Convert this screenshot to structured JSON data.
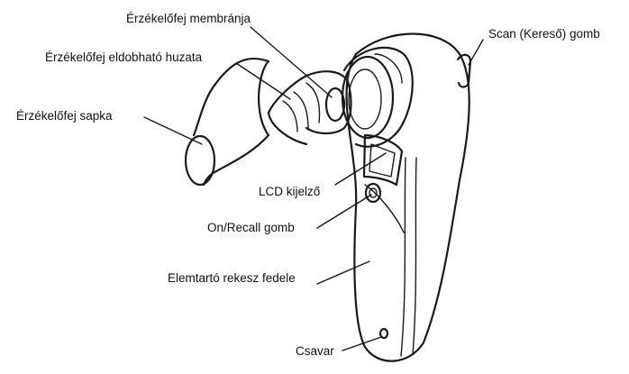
{
  "labels": {
    "membrane": "Érzékelőfej membránja",
    "disposable_cover": "Érzékelőfej eldobható huzata",
    "cap": "Érzékelőfej sapka",
    "scan_button": "Scan (Kereső) gomb",
    "lcd": "LCD kijelző",
    "on_recall": "On/Recall gomb",
    "battery_cover": "Elemtartó rekesz fedele",
    "screw": "Csavar"
  },
  "colors": {
    "ink": "#1a1a1a",
    "text": "#111111",
    "background": "#ffffff"
  }
}
